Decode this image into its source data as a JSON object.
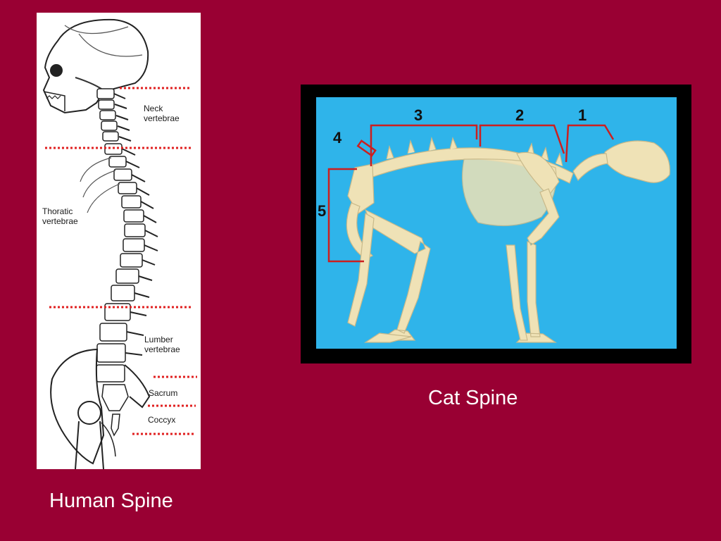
{
  "colors": {
    "background": "#990033",
    "caption_text": "#ffffff",
    "divider_red": "#e02020",
    "cat_backdrop": "#2fb4ea",
    "bone": "#efe2b6"
  },
  "human_panel": {
    "labels": {
      "neck": "Neck\nvertebrae",
      "thoracic": "Thoratic\nvertebrae",
      "lumbar": "Lumber\nvertebrae",
      "sacrum": "Sacrum",
      "coccyx": "Coccyx"
    },
    "caption": "Human Spine"
  },
  "cat_panel": {
    "numbers": {
      "one": "1",
      "two": "2",
      "three": "3",
      "four": "4",
      "five": "5"
    },
    "caption": "Cat Spine"
  }
}
